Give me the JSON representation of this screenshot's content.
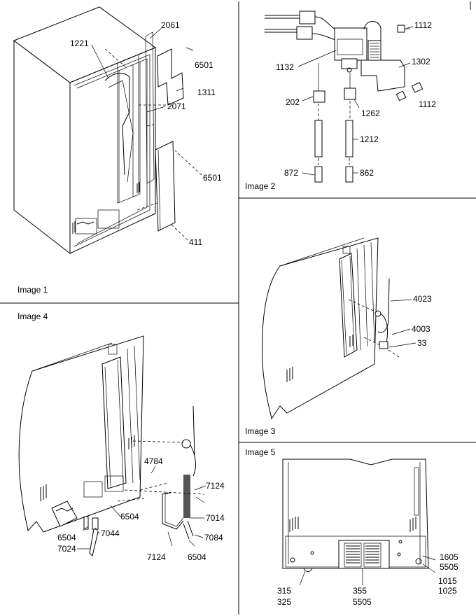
{
  "images": {
    "image1": {
      "caption": "Image 1",
      "labels": [
        "2061",
        "1221",
        "6501",
        "1311",
        "2071",
        "6501",
        "411"
      ]
    },
    "image2": {
      "caption": "Image 2",
      "labels": [
        "1112",
        "1302",
        "1132",
        "1112",
        "202",
        "1262",
        "1212",
        "872",
        "862"
      ]
    },
    "image3": {
      "caption": "Image 3",
      "labels": [
        "4023",
        "4003",
        "33"
      ]
    },
    "image4": {
      "caption": "Image 4",
      "labels": [
        "4784",
        "7124",
        "6504",
        "7014",
        "6504",
        "7044",
        "7084",
        "7024",
        "7124",
        "6504"
      ]
    },
    "image5": {
      "caption": "Image 5",
      "labels": [
        "1605",
        "5505",
        "315",
        "325",
        "355",
        "5505",
        "1015",
        "1025"
      ]
    }
  }
}
